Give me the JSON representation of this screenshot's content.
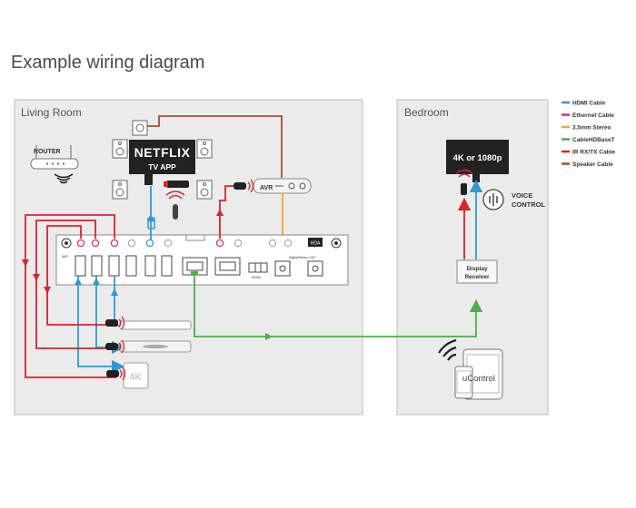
{
  "title": "Example wiring diagram",
  "rooms": {
    "living": "Living Room",
    "bedroom": "Bedroom"
  },
  "devices": {
    "router": "ROUTER",
    "netflix_logo": "NETFLIX",
    "netflix_sub": "TV APP",
    "avr": "AVR",
    "tv_4k": "4K",
    "display": "4K or 1080p",
    "receiver_line1": "Display",
    "receiver_line2": "Receiver",
    "voice_line1": "VOICE",
    "voice_line2": "CONTROL",
    "ucontrol": "uControl",
    "hda": "HDA",
    "wifi_port": "WiFi",
    "mode_port": "MODE",
    "digital_out": "Digital/Stereo OUT"
  },
  "legend": [
    {
      "label": "HDMI Cable",
      "color": "#2b9ad6"
    },
    {
      "label": "Ethernet Cable",
      "color": "#d6307a"
    },
    {
      "label": "3.5mm Stereo",
      "color": "#f5a623"
    },
    {
      "label": "CableHDBaseT",
      "color": "#4cae4c"
    },
    {
      "label": "IR RX/TX Cable",
      "color": "#d9232d"
    },
    {
      "label": "Speaker Cable",
      "color": "#a0522d"
    }
  ],
  "colors": {
    "hdmi": "#2b9ad6",
    "ir": "#d9232d",
    "stereo": "#f5a623",
    "hdbaset": "#4cae4c",
    "speaker": "#a0522d",
    "room_bg": "#ebebeb",
    "room_border": "#bdbdbd",
    "dark": "#222222"
  }
}
